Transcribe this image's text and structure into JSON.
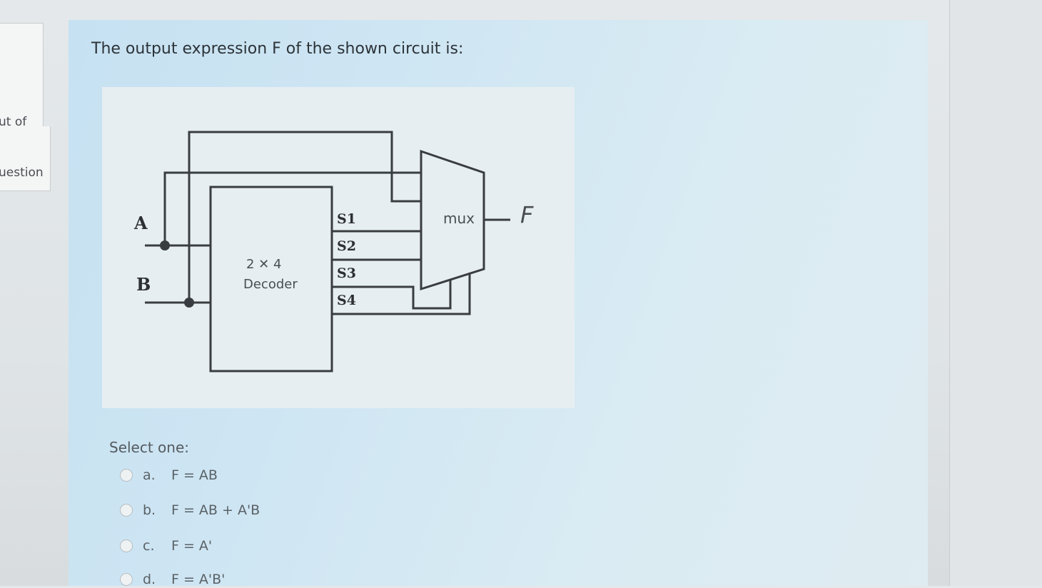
{
  "sidebar": {
    "line1": "ut of",
    "line2": "uestion"
  },
  "question": {
    "text": "The output expression F of the shown circuit is:"
  },
  "diagram": {
    "input_a": "A",
    "input_b": "B",
    "decoder_size": "2 ✕ 4",
    "decoder_name": "Decoder",
    "outputs": [
      "S1",
      "S2",
      "S3",
      "S4"
    ],
    "mux_label": "mux",
    "output_label": "F"
  },
  "answers": {
    "prompt": "Select one:",
    "options": [
      {
        "letter": "a.",
        "text": "F = AB"
      },
      {
        "letter": "b.",
        "text": "F = AB + A'B"
      },
      {
        "letter": "c.",
        "text": "F = A'"
      },
      {
        "letter": "d.",
        "text": "F = A'B'"
      }
    ]
  }
}
